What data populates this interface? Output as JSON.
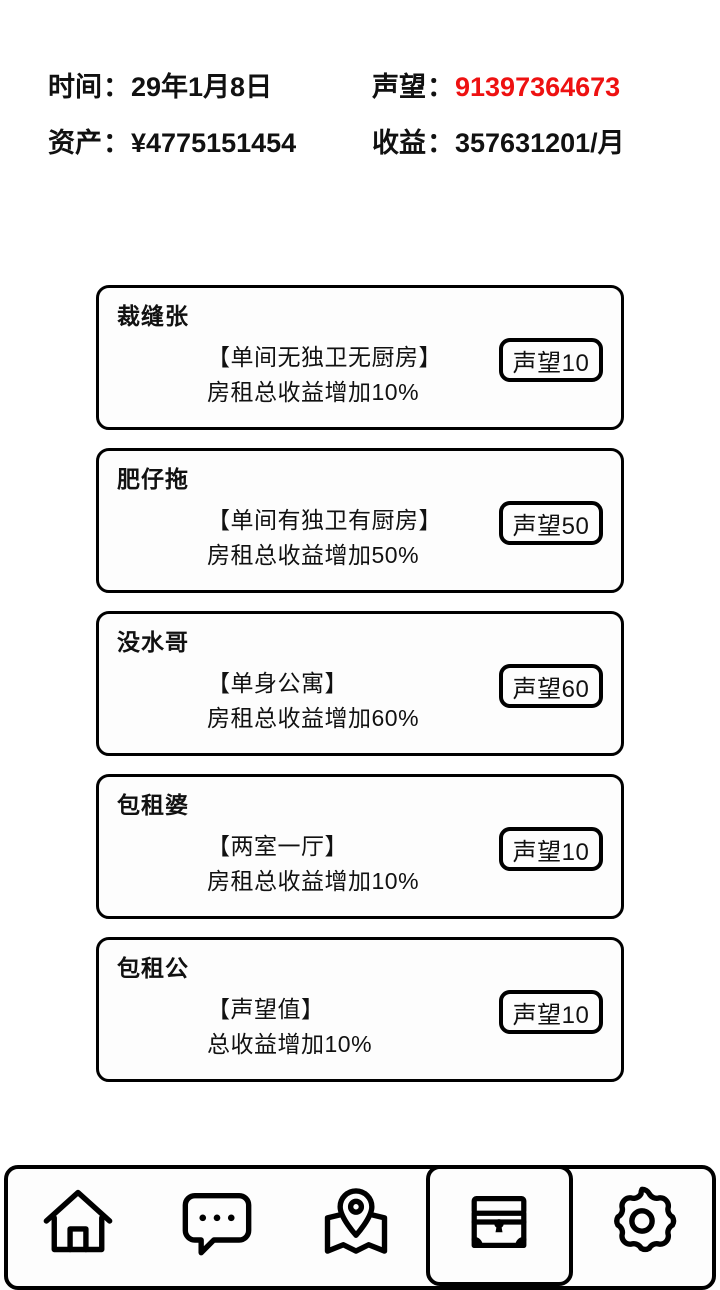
{
  "header": {
    "stats": [
      [
        {
          "label": "时间",
          "sep": "：",
          "value": "29年1月8日",
          "accent": false
        },
        {
          "label": "声望",
          "sep": "：",
          "value": "91397364673",
          "accent": true
        }
      ],
      [
        {
          "label": "资产",
          "sep": "：",
          "value": "¥4775151454",
          "accent": false
        },
        {
          "label": "收益",
          "sep": "：",
          "value": "357631201/月",
          "accent": false
        }
      ]
    ],
    "accent_color": "#ee1111"
  },
  "cards": [
    {
      "title": "裁缝张",
      "desc_line1": "【单间无独卫无厨房】",
      "desc_line2": "房租总收益增加10%",
      "badge": "声望10"
    },
    {
      "title": "肥仔拖",
      "desc_line1": "【单间有独卫有厨房】",
      "desc_line2": "房租总收益增加50%",
      "badge": "声望50"
    },
    {
      "title": "没水哥",
      "desc_line1": "【单身公寓】",
      "desc_line2": "房租总收益增加60%",
      "badge": "声望60"
    },
    {
      "title": "包租婆",
      "desc_line1": "【两室一厅】",
      "desc_line2": "房租总收益增加10%",
      "badge": "声望10"
    },
    {
      "title": "包租公",
      "desc_line1": "【声望值】",
      "desc_line2": "总收益增加10%",
      "badge": "声望10"
    }
  ],
  "navbar": {
    "items": [
      {
        "icon": "home-icon",
        "selected": false
      },
      {
        "icon": "chat-bubble-icon",
        "selected": false
      },
      {
        "icon": "map-pin-icon",
        "selected": false
      },
      {
        "icon": "treasure-chest-icon",
        "selected": true
      },
      {
        "icon": "gear-icon",
        "selected": false
      }
    ]
  }
}
